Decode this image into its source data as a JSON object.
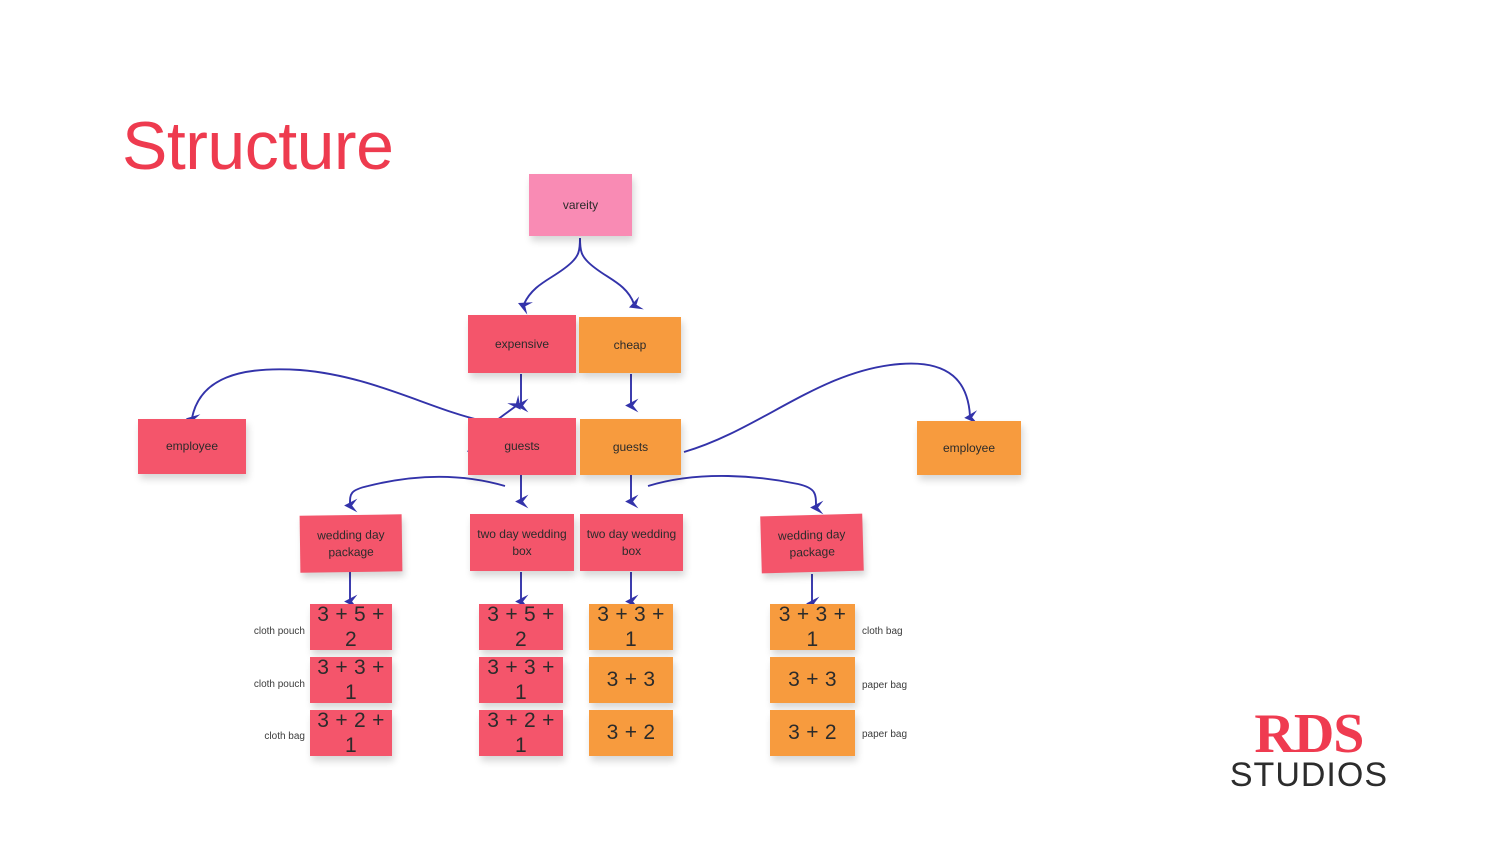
{
  "slide": {
    "title": "Structure",
    "background": "#ffffff",
    "title_color": "#ee3b4f",
    "arrow_color": "#3333aa"
  },
  "palette": {
    "light_pink": "#f98bb4",
    "pink_red": "#f4556b",
    "orange": "#f79b3e",
    "text_dark": "#2b2b2b"
  },
  "diagram": {
    "type": "tree",
    "levels": [
      {
        "name": "root",
        "nodes": [
          {
            "id": "vareity",
            "label": "vareity",
            "color": "light_pink"
          }
        ]
      },
      {
        "name": "price-tier",
        "nodes": [
          {
            "id": "expensive",
            "label": "expensive",
            "color": "pink_red"
          },
          {
            "id": "cheap",
            "label": "cheap",
            "color": "orange"
          }
        ]
      },
      {
        "name": "audience",
        "nodes": [
          {
            "id": "employee-left",
            "label": "employee",
            "color": "pink_red"
          },
          {
            "id": "guests-expensive",
            "label": "guests",
            "color": "pink_red"
          },
          {
            "id": "guests-cheap",
            "label": "guests",
            "color": "orange"
          },
          {
            "id": "employee-right",
            "label": "employee",
            "color": "orange"
          }
        ]
      },
      {
        "name": "package",
        "nodes": [
          {
            "id": "pkg-1",
            "label": "wedding day package",
            "line1": "wedding day",
            "line2": "package",
            "color": "pink_red"
          },
          {
            "id": "pkg-2",
            "label": "two day wedding box",
            "line1": "two day wedding",
            "line2": "box",
            "color": "pink_red"
          },
          {
            "id": "pkg-3",
            "label": "two day wedding box",
            "line1": "two day wedding",
            "line2": "box",
            "color": "pink_red"
          },
          {
            "id": "pkg-4",
            "label": "wedding day package",
            "line1": "wedding day",
            "line2": "package",
            "color": "pink_red"
          }
        ]
      }
    ],
    "columns": [
      {
        "id": "col-1",
        "parent": "pkg-1",
        "color": "pink_red",
        "caption_side": "left",
        "items": [
          {
            "value": "3 + 5 + 2",
            "caption": "cloth pouch"
          },
          {
            "value": "3 + 3 + 1",
            "caption": "cloth pouch"
          },
          {
            "value": "3 + 2 + 1",
            "caption": "cloth bag"
          }
        ]
      },
      {
        "id": "col-2",
        "parent": "pkg-2",
        "color": "pink_red",
        "caption_side": "none",
        "items": [
          {
            "value": "3 + 5 + 2",
            "caption": ""
          },
          {
            "value": "3 + 3 + 1",
            "caption": ""
          },
          {
            "value": "3 + 2 + 1",
            "caption": ""
          }
        ]
      },
      {
        "id": "col-3",
        "parent": "pkg-3",
        "color": "orange",
        "caption_side": "none",
        "items": [
          {
            "value": "3 + 3 + 1",
            "caption": ""
          },
          {
            "value": "3 + 3",
            "caption": ""
          },
          {
            "value": "3 + 2",
            "caption": ""
          }
        ]
      },
      {
        "id": "col-4",
        "parent": "pkg-4",
        "color": "orange",
        "caption_side": "right",
        "items": [
          {
            "value": "3 + 3 + 1",
            "caption": "cloth bag"
          },
          {
            "value": "3 + 3",
            "caption": "paper bag"
          },
          {
            "value": "3 + 2",
            "caption": "paper bag"
          }
        ]
      }
    ]
  },
  "logo": {
    "primary": "RDS",
    "secondary": "STUDIOS",
    "primary_color": "#ef3b50",
    "secondary_color": "#2c2c2c"
  }
}
